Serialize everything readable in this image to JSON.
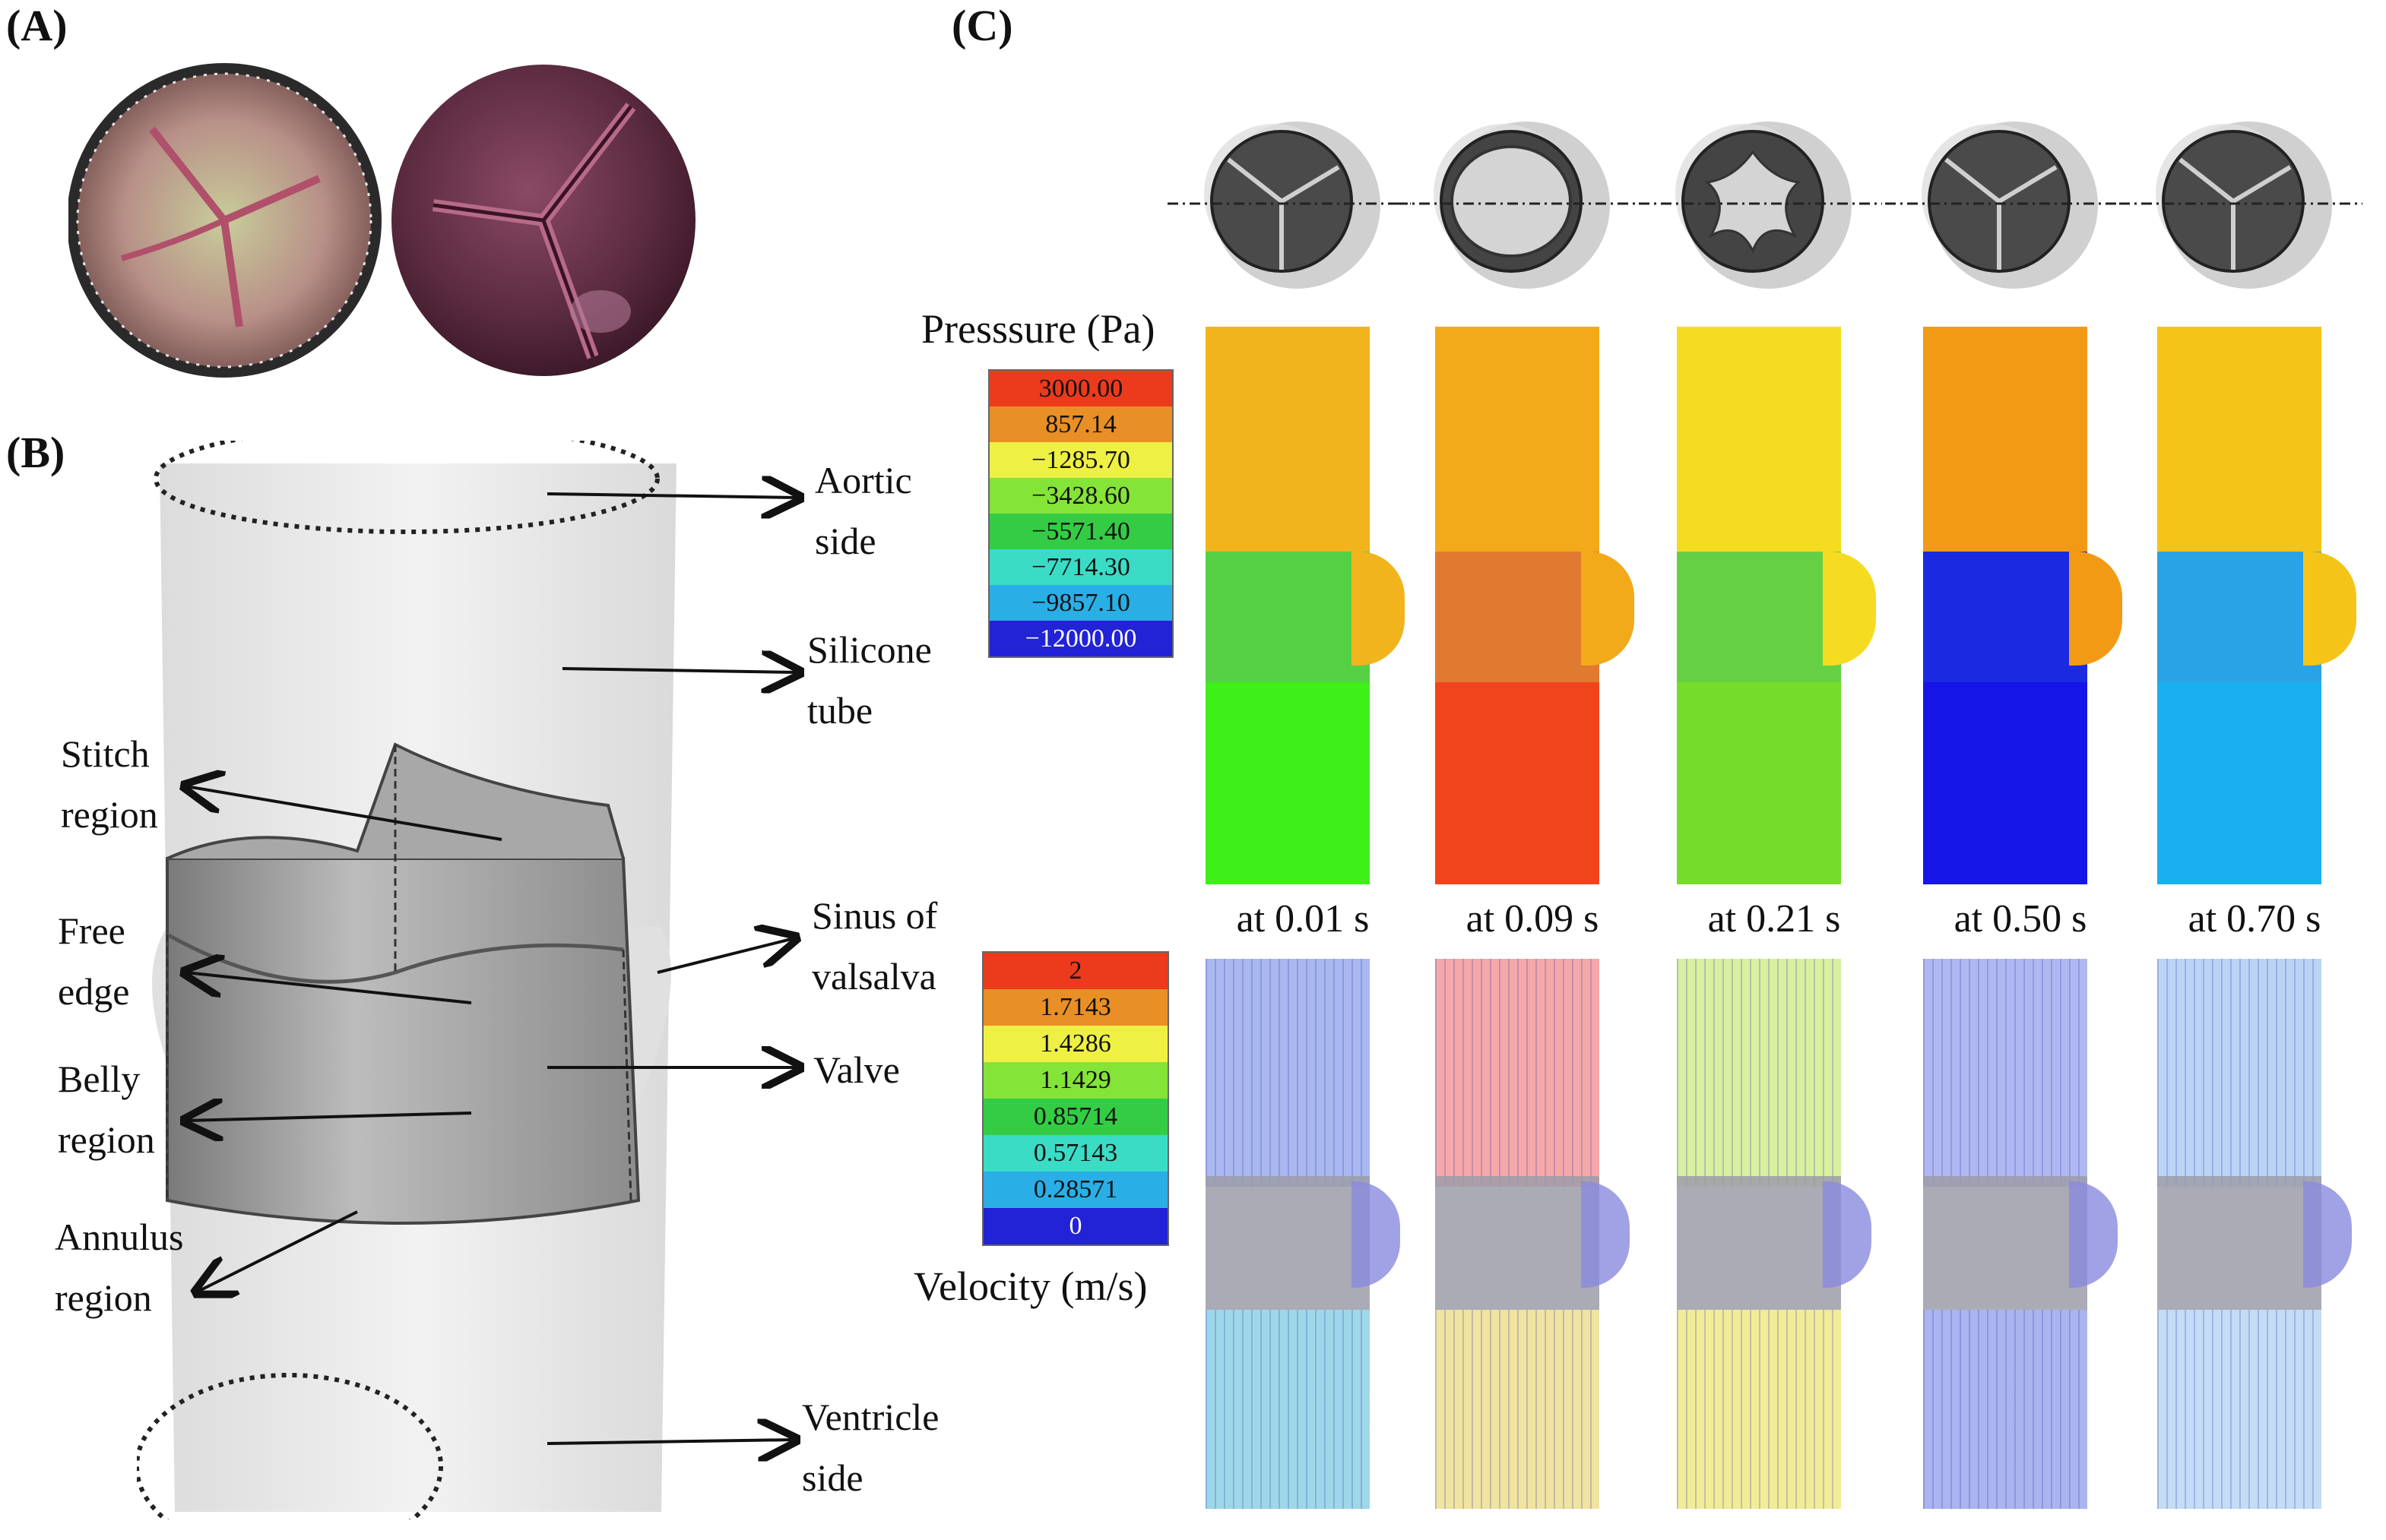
{
  "panels": {
    "a": "(A)",
    "b": "(B)",
    "c": "(C)"
  },
  "callouts": {
    "aortic": [
      "Aortic",
      "side"
    ],
    "silicone": [
      "Silicone",
      "tube"
    ],
    "stitch": [
      "Stitch",
      "region"
    ],
    "sinus": [
      "Sinus of",
      "valsalva"
    ],
    "free_edge": [
      "Free",
      "edge"
    ],
    "valve": "Valve",
    "belly": [
      "Belly",
      "region"
    ],
    "annulus": [
      "Annulus",
      "region"
    ],
    "ventricle": [
      "Ventricle",
      "side"
    ]
  },
  "pressure_legend": {
    "title": "Presssure (Pa)",
    "entries": [
      {
        "label": "3000.00",
        "color": "#ec3a1c"
      },
      {
        "label": "857.14",
        "color": "#e88f26"
      },
      {
        "label": "−1285.70",
        "color": "#eef044"
      },
      {
        "label": "−3428.60",
        "color": "#85e438"
      },
      {
        "label": "−5571.40",
        "color": "#33cc44"
      },
      {
        "label": "−7714.30",
        "color": "#3adcc6"
      },
      {
        "label": "−9857.10",
        "color": "#2aaee6"
      },
      {
        "label": "−12000.00",
        "color": "#2222d6"
      }
    ]
  },
  "velocity_legend": {
    "title": "Velocity (m/s)",
    "entries": [
      {
        "label": "2",
        "color": "#ec3a1c"
      },
      {
        "label": "1.7143",
        "color": "#e88f26"
      },
      {
        "label": "1.4286",
        "color": "#eef044"
      },
      {
        "label": "1.1429",
        "color": "#85e438"
      },
      {
        "label": "0.85714",
        "color": "#33cc44"
      },
      {
        "label": "0.57143",
        "color": "#3adcc6"
      },
      {
        "label": "0.28571",
        "color": "#2aaee6"
      },
      {
        "label": "0",
        "color": "#2222d6"
      }
    ]
  },
  "timepoints": [
    {
      "label": "at 0.01 s",
      "valve_state": "closed",
      "pressure_top": "#f1b41c",
      "pressure_valve": "#55d044",
      "pressure_bottom": "#3ef018",
      "velocity_top": "#aab8f0",
      "velocity_bottom": "#9ed8e8"
    },
    {
      "label": "at 0.09 s",
      "valve_state": "open",
      "pressure_top": "#f2aa1a",
      "pressure_valve": "#e07a30",
      "pressure_bottom": "#f2441c",
      "velocity_top": "#f4a8a8",
      "velocity_bottom": "#f0e4a0"
    },
    {
      "label": "at 0.21 s",
      "valve_state": "partially open",
      "pressure_top": "#f5dc20",
      "pressure_valve": "#66d044",
      "pressure_bottom": "#74dc2a",
      "velocity_top": "#d8f0a0",
      "velocity_bottom": "#f2ec98"
    },
    {
      "label": "at 0.50 s",
      "valve_state": "closed",
      "pressure_top": "#f39a14",
      "pressure_valve": "#1a2ae0",
      "pressure_bottom": "#1515e8",
      "velocity_top": "#b0b8f2",
      "velocity_bottom": "#aab4ee"
    },
    {
      "label": "at 0.70 s",
      "valve_state": "closed",
      "pressure_top": "#f5c418",
      "pressure_valve": "#2aa2e6",
      "pressure_bottom": "#1ab0f0",
      "velocity_top": "#bcd4f4",
      "velocity_bottom": "#c4dcf4"
    }
  ]
}
